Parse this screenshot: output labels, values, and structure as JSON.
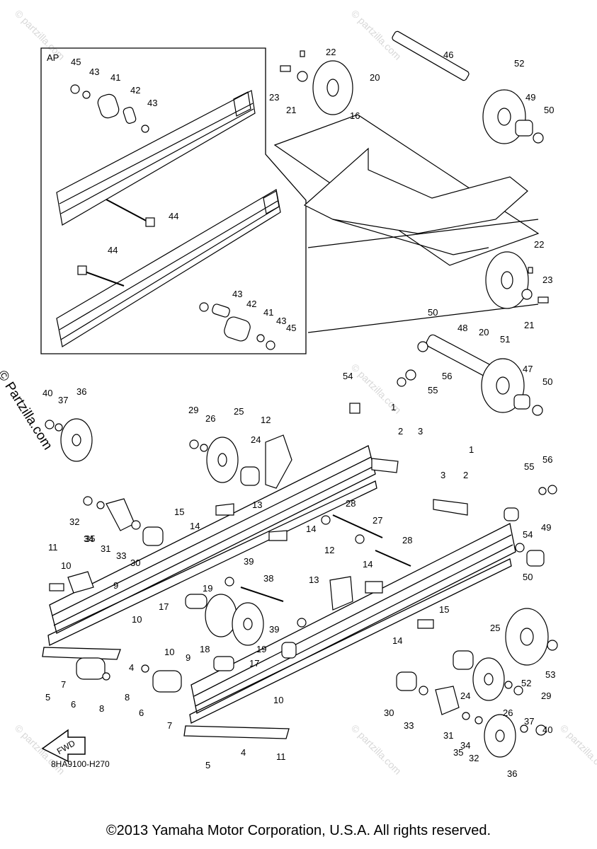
{
  "diagram": {
    "inset_label": "AP",
    "drawing_code": "8HA9100-H270",
    "fwd_label": "FWD",
    "side_watermark": "© Partzilla.com",
    "corner_watermark": "© partzilla.com",
    "copyright": "©2013 Yamaha Motor Corporation, U.S.A. All rights reserved.",
    "callouts": [
      "45",
      "43",
      "41",
      "42",
      "43",
      "44",
      "44",
      "43",
      "42",
      "41",
      "43",
      "45",
      "22",
      "23",
      "21",
      "20",
      "16",
      "46",
      "52",
      "49",
      "50",
      "22",
      "23",
      "21",
      "20",
      "50",
      "48",
      "51",
      "47",
      "50",
      "54",
      "56",
      "55",
      "1",
      "2",
      "3",
      "1",
      "3",
      "2",
      "55",
      "56",
      "54",
      "49",
      "50",
      "40",
      "37",
      "36",
      "29",
      "26",
      "25",
      "12",
      "24",
      "13",
      "32",
      "35",
      "34",
      "31",
      "33",
      "30",
      "15",
      "14",
      "14",
      "28",
      "27",
      "28",
      "11",
      "10",
      "9",
      "10",
      "19",
      "39",
      "38",
      "17",
      "18",
      "13",
      "12",
      "14",
      "19",
      "17",
      "39",
      "15",
      "14",
      "25",
      "53",
      "52",
      "29",
      "26",
      "24",
      "4",
      "7",
      "5",
      "6",
      "8",
      "8",
      "6",
      "10",
      "9",
      "10",
      "7",
      "30",
      "33",
      "31",
      "34",
      "35",
      "32",
      "36",
      "37",
      "40",
      "4",
      "11",
      "5"
    ]
  }
}
